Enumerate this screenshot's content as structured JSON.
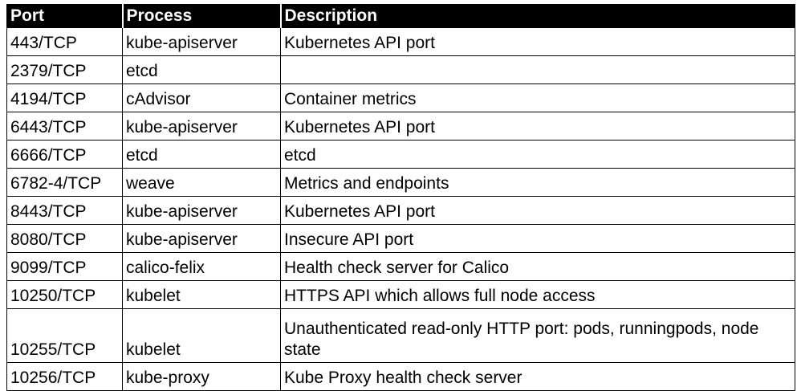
{
  "headers": {
    "port": "Port",
    "process": "Process",
    "description": "Description"
  },
  "rows": [
    {
      "port": "443/TCP",
      "process": "kube-apiserver",
      "description": "Kubernetes API port"
    },
    {
      "port": "2379/TCP",
      "process": "etcd",
      "description": ""
    },
    {
      "port": "4194/TCP",
      "process": "cAdvisor",
      "description": "Container metrics"
    },
    {
      "port": "6443/TCP",
      "process": "kube-apiserver",
      "description": "Kubernetes API port"
    },
    {
      "port": "6666/TCP",
      "process": "etcd",
      "description": "etcd"
    },
    {
      "port": "6782-4/TCP",
      "process": "weave",
      "description": "Metrics and endpoints"
    },
    {
      "port": "8443/TCP",
      "process": "kube-apiserver",
      "description": "Kubernetes API port"
    },
    {
      "port": "8080/TCP",
      "process": "kube-apiserver",
      "description": "Insecure API port"
    },
    {
      "port": "9099/TCP",
      "process": "calico-felix",
      "description": "Health check server for Calico"
    },
    {
      "port": "10250/TCP",
      "process": "kubelet",
      "description": "HTTPS API which allows full node access"
    },
    {
      "port": "10255/TCP",
      "process": "kubelet",
      "description": "Unauthenticated read-only HTTP port: pods, runningpods, node state"
    },
    {
      "port": "10256/TCP",
      "process": "kube-proxy",
      "description": "Kube Proxy health check server"
    }
  ]
}
